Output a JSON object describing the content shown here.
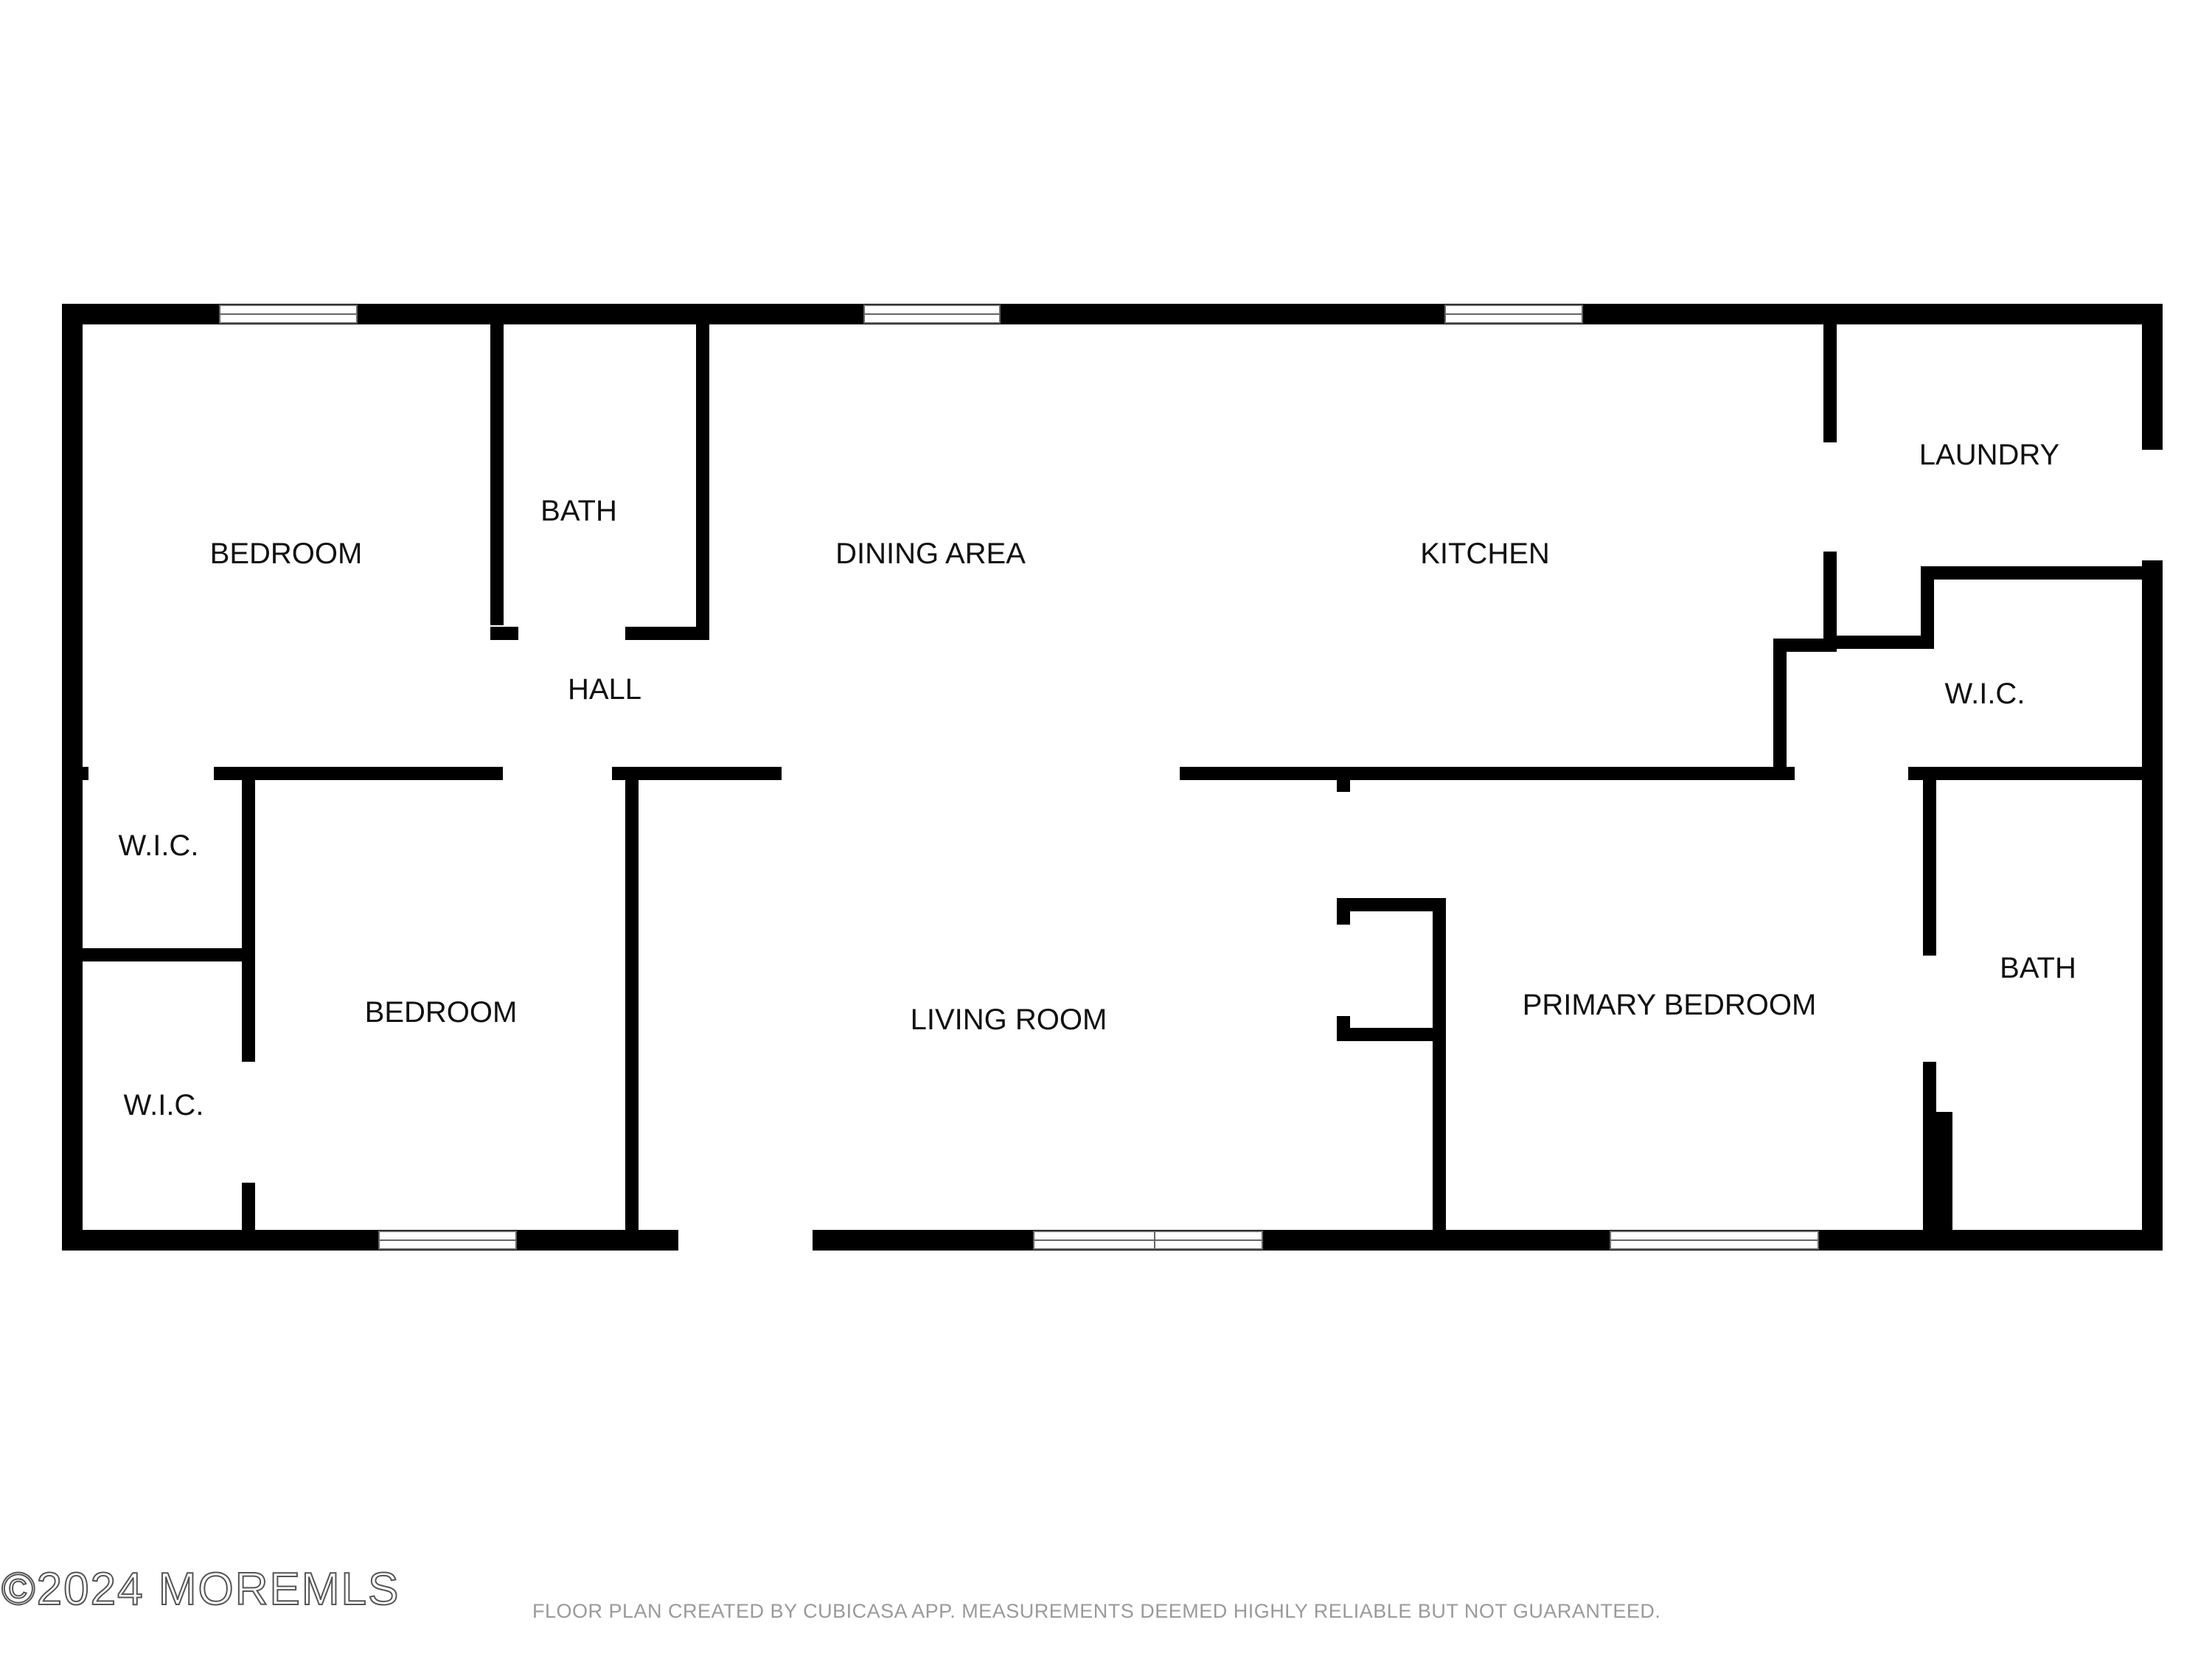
{
  "plan": {
    "wall_color": "#000000",
    "window_color": "#666666",
    "rooms": {
      "bedroom_1": "BEDROOM",
      "bath_1": "BATH",
      "dining": "DINING AREA",
      "kitchen": "KITCHEN",
      "laundry": "LAUNDRY",
      "hall": "HALL",
      "wic_right": "W.I.C.",
      "wic_left_top": "W.I.C.",
      "wic_left_bottom": "W.I.C.",
      "bedroom_2": "BEDROOM",
      "living": "LIVING ROOM",
      "primary": "PRIMARY BEDROOM",
      "bath_2": "BATH"
    }
  },
  "watermark": "©2024 MOREMLS",
  "footer": "FLOOR PLAN CREATED BY CUBICASA APP. MEASUREMENTS DEEMED HIGHLY RELIABLE BUT NOT GUARANTEED."
}
